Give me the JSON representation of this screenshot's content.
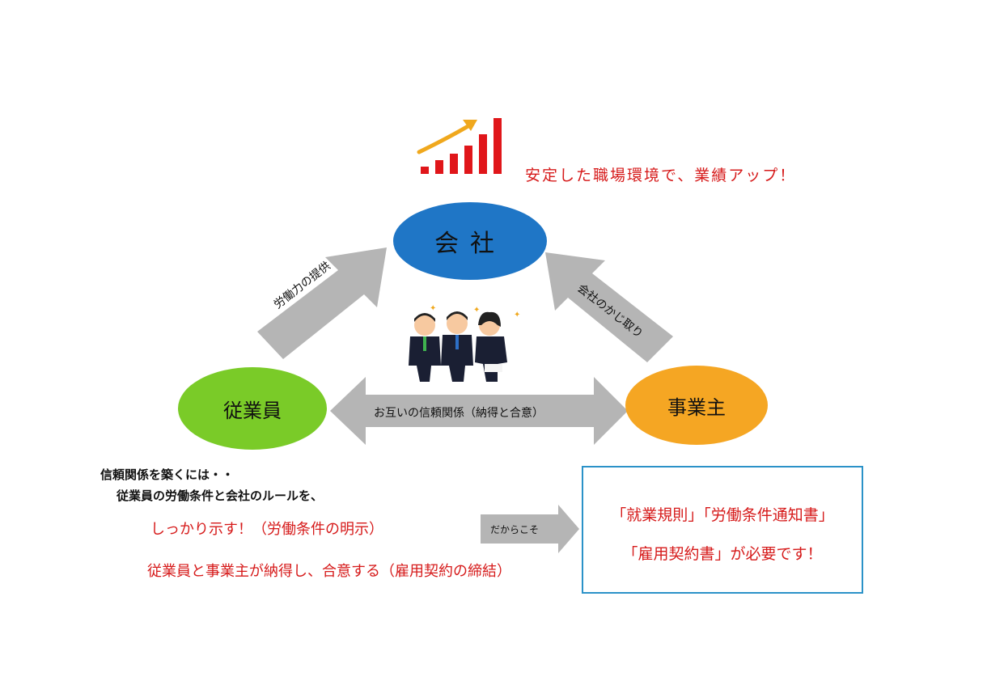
{
  "headline": "安定した職場環境で、業績アップ！",
  "nodes": {
    "company": "会社",
    "employee": "従業員",
    "employer": "事業主"
  },
  "arrows": {
    "employee_to_company": "労働力の提供",
    "employer_to_company": "会社のかじ取り",
    "mutual": "お互いの信頼関係（納得と合意）",
    "therefore": "だからこそ"
  },
  "notes": {
    "intro": "信頼関係を築くには・・",
    "sub": "従業員の労働条件と会社のルールを、",
    "point1": "しっかり示す！（労働条件の明示）",
    "point2": "従業員と事業主が納得し、合意する（雇用契約の締結）"
  },
  "notice": {
    "line1": "「就業規則」「労働条件通知書」",
    "line2": "「雇用契約書」が必要です！"
  },
  "colors": {
    "company": "#1f76c6",
    "employee": "#7acb28",
    "employer": "#f5a623",
    "arrow": "#b5b5b5",
    "accent_red": "#d61a1a",
    "box_border": "#2b92c8"
  }
}
